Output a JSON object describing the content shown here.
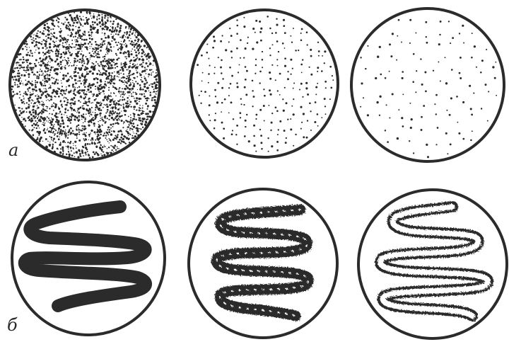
{
  "figure": {
    "labels": {
      "row_a": "а",
      "row_b": "б"
    },
    "ink_color": "#2b2b2b",
    "background_color": "#ffffff",
    "row_a_panels": [
      {
        "pattern": "dense-speckle"
      },
      {
        "pattern": "medium-dots"
      },
      {
        "pattern": "sparse-dots"
      }
    ],
    "row_b_panels": [
      {
        "pattern": "solid-serpentine-band"
      },
      {
        "pattern": "mottled-serpentine-band"
      },
      {
        "pattern": "speckled-serpentine-outline"
      }
    ]
  }
}
